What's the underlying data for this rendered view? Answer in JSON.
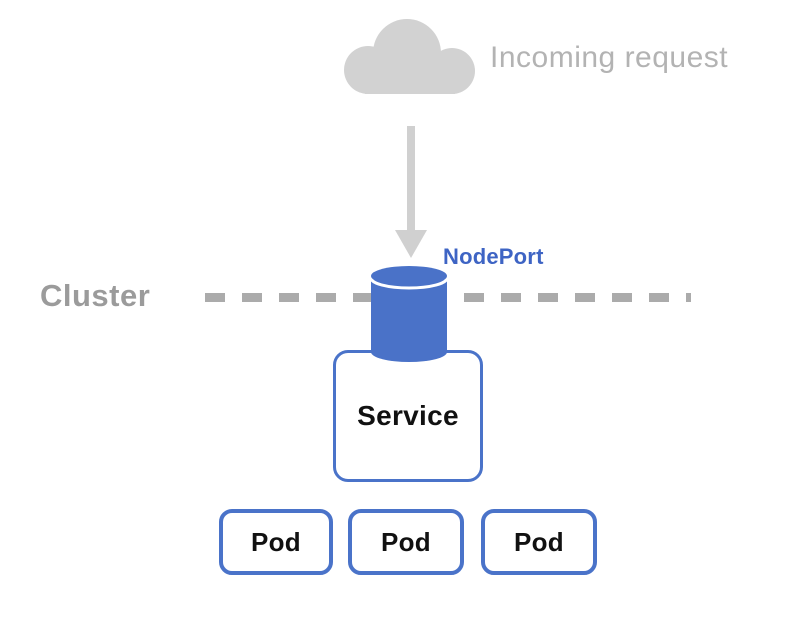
{
  "diagram": {
    "title_context": "Kubernetes NodePort service diagram",
    "incoming": {
      "label": "Incoming request"
    },
    "nodeport": {
      "label": "NodePort"
    },
    "cluster": {
      "label": "Cluster"
    },
    "service": {
      "label": "Service"
    },
    "pods": [
      {
        "label": "Pod"
      },
      {
        "label": "Pod"
      },
      {
        "label": "Pod"
      }
    ],
    "colors": {
      "blue_accent": "#4a73c9",
      "nodeport_text_blue": "#3e64c4",
      "cloud_gray": "#d2d2d2",
      "arrow_gray": "#d0d0d0",
      "incoming_text_gray": "#b3b3b3",
      "cluster_text_gray": "#9b9b9b",
      "dash_gray": "#ababab",
      "label_black": "#111111",
      "background": "#ffffff"
    }
  }
}
